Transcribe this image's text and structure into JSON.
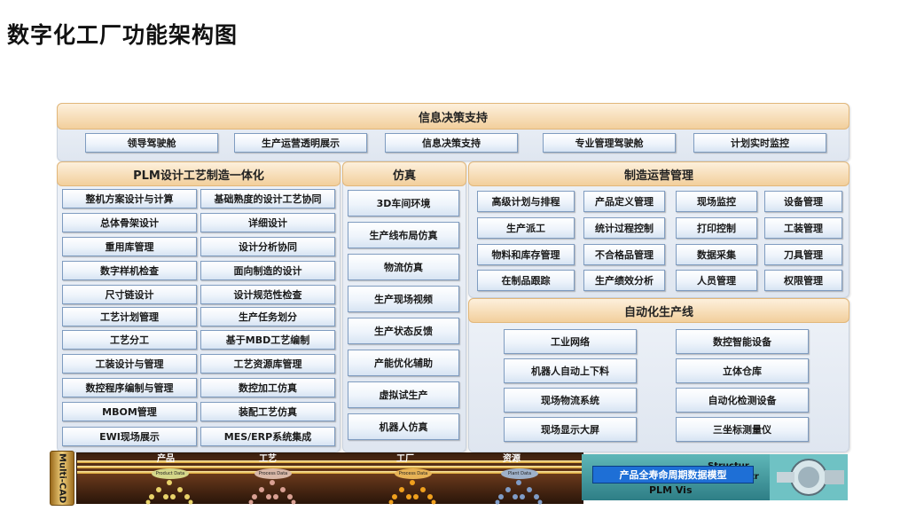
{
  "title": "数字化工厂功能架构图",
  "decision": {
    "header": "信息决策支持",
    "items": [
      "领导驾驶舱",
      "生产运营透明展示",
      "信息决策支持",
      "专业管理驾驶舱",
      "计划实时监控"
    ]
  },
  "plm": {
    "header": "PLM设计工艺制造一体化",
    "left": [
      "整机方案设计与计算",
      "总体骨架设计",
      "重用库管理",
      "数字样机检查",
      "尺寸链设计",
      "工艺计划管理",
      "工艺分工",
      "工装设计与管理",
      "数控程序编制与管理",
      "MBOM管理",
      "EWI现场展示"
    ],
    "right": [
      "基础熟度的设计工艺协同",
      "详细设计",
      "设计分析协同",
      "面向制造的设计",
      "设计规范性检查",
      "生产任务划分",
      "基于MBD工艺编制",
      "工艺资源库管理",
      "数控加工仿真",
      "装配工艺仿真",
      "MES/ERP系统集成"
    ]
  },
  "sim": {
    "header": "仿真",
    "items": [
      "3D车间环境",
      "生产线布局仿真",
      "物流仿真",
      "生产现场视频",
      "生产状态反馈",
      "产能优化辅助",
      "虚拟试生产",
      "机器人仿真"
    ]
  },
  "mom": {
    "header": "制造运营管理",
    "grid": [
      [
        "高级计划与排程",
        "产品定义管理",
        "现场监控",
        "设备管理"
      ],
      [
        "生产派工",
        "统计过程控制",
        "打印控制",
        "工装管理"
      ],
      [
        "物料和库存管理",
        "不合格品管理",
        "数据采集",
        "刀具管理"
      ],
      [
        "在制品跟踪",
        "生产绩效分析",
        "人员管理",
        "权限管理"
      ]
    ]
  },
  "auto": {
    "header": "自动化生产线",
    "left": [
      "工业网络",
      "机器人自动上下料",
      "现场物流系统",
      "现场显示大屏"
    ],
    "right": [
      "数控智能设备",
      "立体仓库",
      "自动化检测设备",
      "三坐标测量仪"
    ]
  },
  "bottom": {
    "multicad": "Multi-CAD",
    "tags": [
      "产品",
      "工艺",
      "工厂",
      "资源"
    ],
    "dbs": [
      "Product Data",
      "Process Data",
      "Process Data",
      "Plant Data"
    ],
    "lifecycle": "产品全寿命周期数据模型",
    "plmvis": "PLM Vis",
    "structure": "Structur",
    "geometry": "ometr"
  },
  "colors": {
    "header_fill": "#f2cf9c",
    "panel_fill": "#dfe6f0",
    "button_border": "#7f9cc0",
    "lifecycle_blue": "#1e6fd6"
  }
}
